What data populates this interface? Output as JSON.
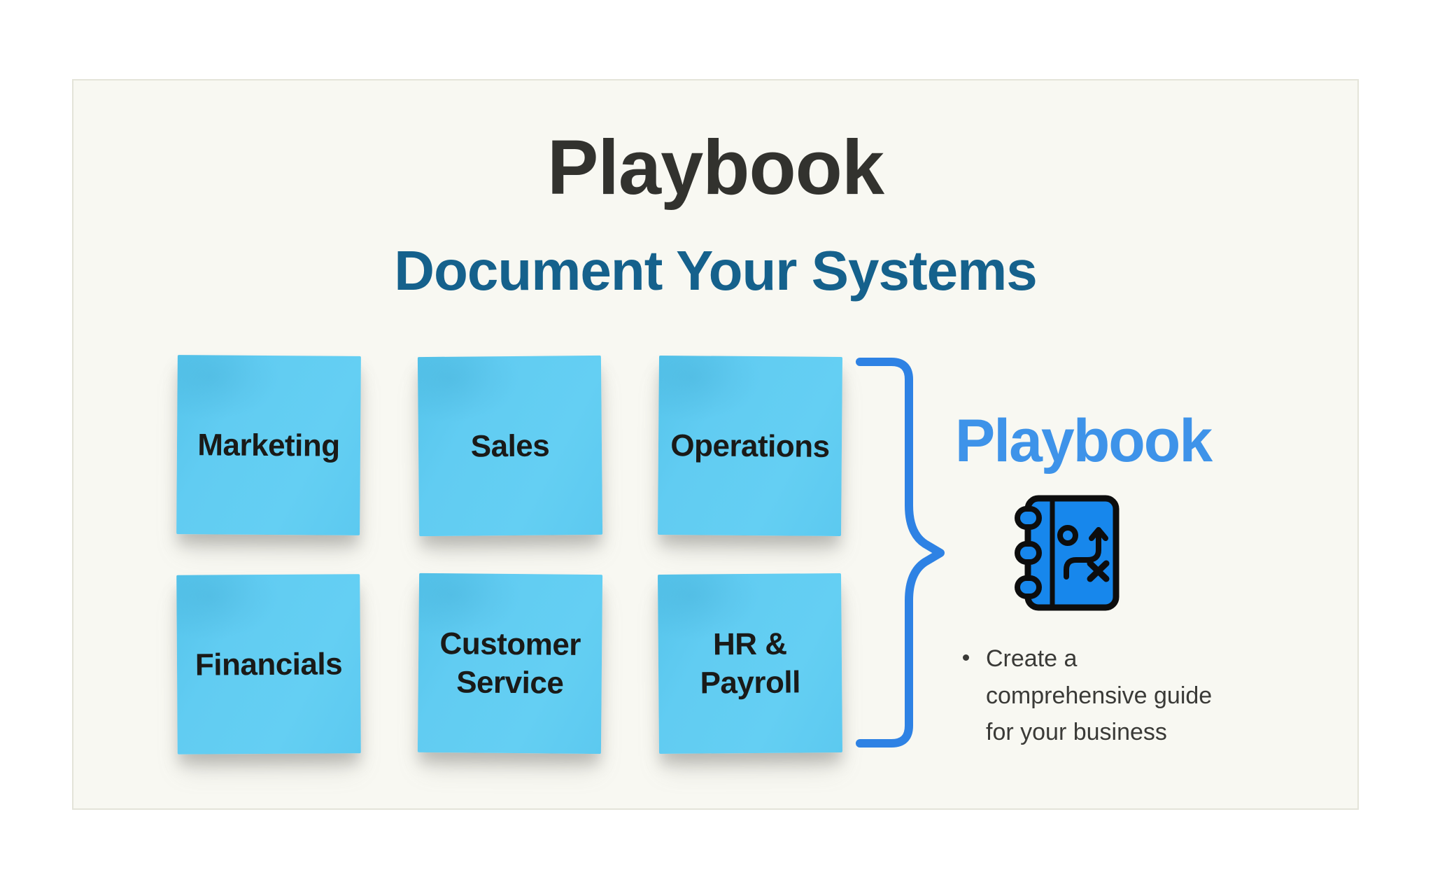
{
  "slide": {
    "title": "Playbook",
    "subtitle": "Document Your Systems",
    "notes": [
      {
        "label": "Marketing"
      },
      {
        "label": "Sales"
      },
      {
        "label": "Operations"
      },
      {
        "label": "Financials"
      },
      {
        "label": "Customer\nService"
      },
      {
        "label": "HR &\nPayroll"
      }
    ],
    "result": {
      "heading": "Playbook",
      "icon": "playbook-notebook-icon",
      "bullet_text": "Create a comprehensive guide for your business"
    },
    "colors": {
      "card_background": "#F8F8F2",
      "card_border": "#E4E4D9",
      "title_dark": "#32322E",
      "subtitle_teal": "#15618C",
      "note_blue": "#5FCBF1",
      "note_text": "#1A1A18",
      "brace_blue": "#2E82E4",
      "result_heading_blue": "#3E93E9",
      "icon_blue": "#1787EC",
      "body_text": "#3A3A37"
    }
  }
}
